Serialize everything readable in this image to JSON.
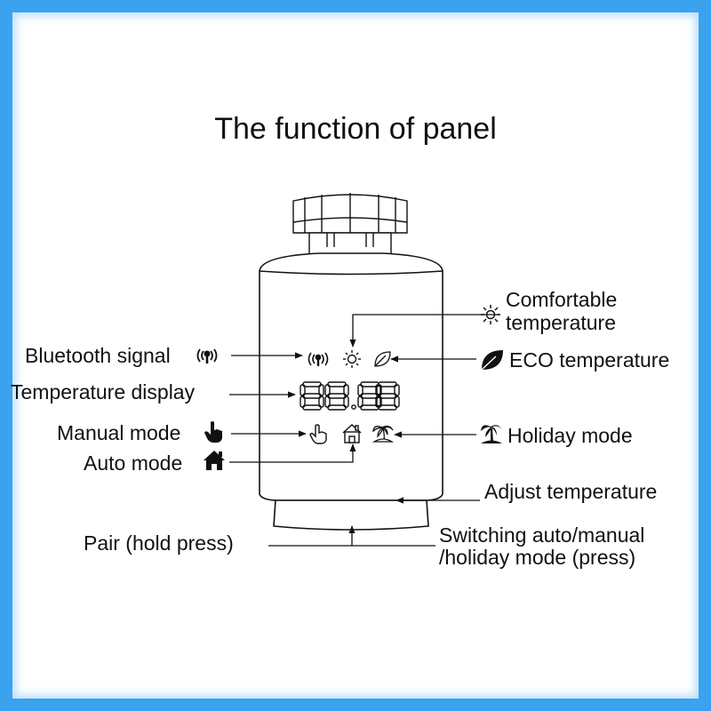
{
  "title": "The function of panel",
  "display_digits": "88.88",
  "labels": {
    "bluetooth": "Bluetooth signal",
    "temperature_display": "Temperature display",
    "manual_mode": "Manual mode",
    "auto_mode": "Auto mode",
    "comfortable_line1": "Comfortable",
    "comfortable_line2": "temperature",
    "eco": "ECO temperature",
    "holiday": "Holiday mode",
    "adjust": "Adjust temperature",
    "pair": "Pair (hold press)",
    "switching_line1": "Switching auto/manual",
    "switching_line2": "/holiday mode (press)"
  },
  "colors": {
    "frame": "#3aa2ee",
    "line": "#111111"
  },
  "icons": [
    "bluetooth-icon",
    "sun-icon",
    "leaf-icon",
    "hand-icon",
    "house-icon",
    "palm-icon",
    "arrow-icon"
  ]
}
